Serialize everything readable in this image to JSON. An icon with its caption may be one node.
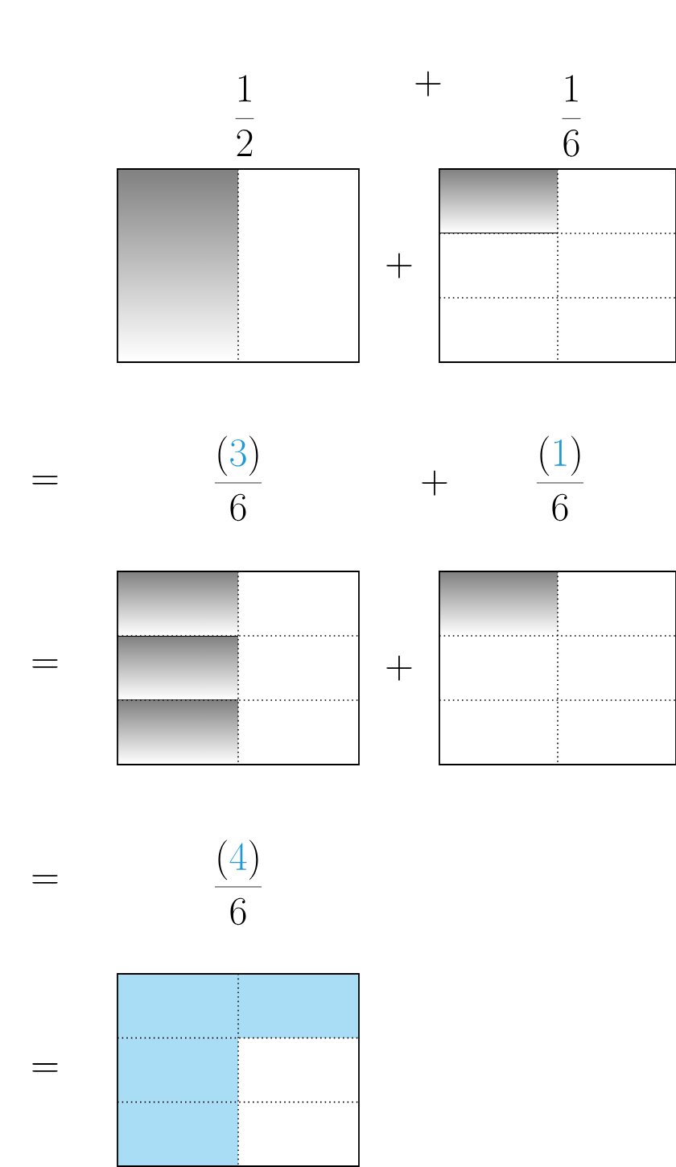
{
  "diagram": {
    "labels": [
      "\\frac{1}{2}",
      "+",
      "\\frac{1}{6}",
      "+",
      "=",
      "\\frac{(\\color{answer}3\\color{black})}{6}",
      "+",
      "\\frac{(\\color{answer}1\\color{black})}{6}",
      "=",
      "+",
      "=",
      "\\frac{(\\color{answer}4\\color{black})}{6}",
      "="
    ]
  }
}
